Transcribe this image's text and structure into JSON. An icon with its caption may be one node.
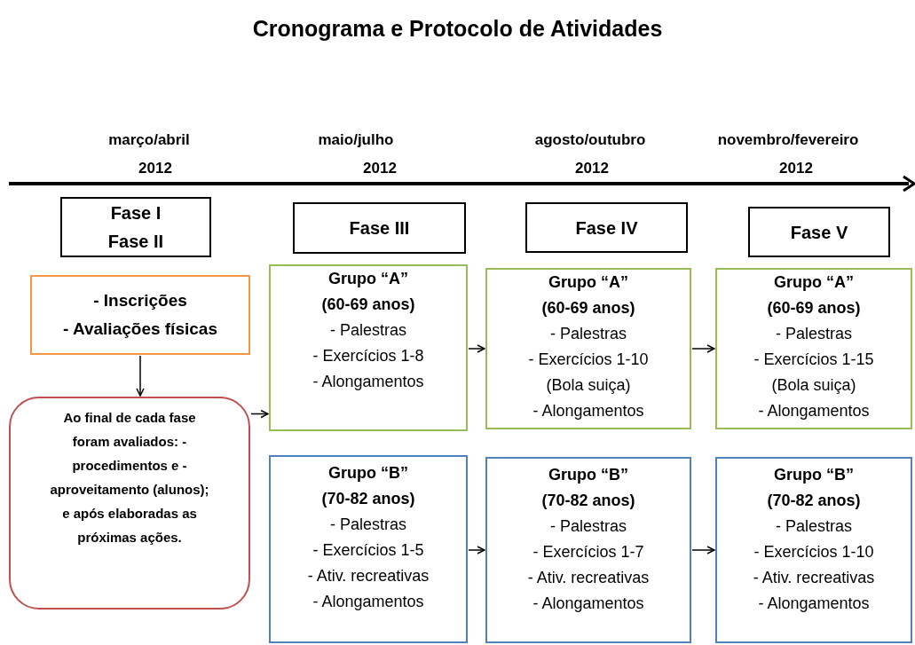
{
  "diagram": {
    "title": "Cronograma e Protocolo de Atividades",
    "nodes": [
      {
        "text": [
          "Fase I",
          "Fase II"
        ]
      },
      {
        "text": [
          "Fase III"
        ]
      },
      {
        "text": [
          "Fase IV"
        ]
      },
      {
        "text": [
          "Fase V"
        ]
      },
      {
        "text": [
          "- Inscrições",
          "- Avaliações físicas"
        ]
      },
      {
        "text": [
          "Ao final de cada fase foram avaliados: -procedimentos e -aproveitamento (alunos);  e após elaboradas as próximas ações."
        ]
      },
      {
        "text": [
          "Grupo “A” (60-69 anos)",
          "- Palestras",
          "- Exercícios 1-8",
          "- Alongamentos"
        ]
      },
      {
        "text": [
          "Grupo “A” (60-69 anos)",
          "- Palestras",
          "- Exercícios 1-10 (Bola suiça)",
          "- Alongamentos"
        ]
      },
      {
        "text": [
          "Grupo “A” (60-69 anos)",
          "- Palestras",
          "- Exercícios 1-15 (Bola suiça)",
          "- Alongamentos"
        ]
      },
      {
        "text": [
          "Grupo “B” (70-82 anos)",
          "- Palestras",
          "- Exercícios 1-5",
          "- Ativ. recreativas",
          "- Alongamentos"
        ]
      },
      {
        "text": [
          "Grupo “B” (70-82 anos)",
          "- Palestras",
          "- Exercícios 1-7",
          "- Ativ. recreativas",
          "- Alongamentos"
        ]
      },
      {
        "text": [
          "Grupo “B” (70-82 anos)",
          "- Palestras",
          "- Exercícios 1-10",
          "- Ativ. recreativas",
          "- Alongamentos"
        ]
      }
    ],
    "edges": [
      {
        "from": 4,
        "to": 5,
        "arrow": "to"
      },
      {
        "from": 5,
        "to": 6,
        "arrow": "to"
      },
      {
        "from": 6,
        "to": 7,
        "arrow": "to"
      },
      {
        "from": 7,
        "to": 8,
        "arrow": "to"
      },
      {
        "from": 9,
        "to": 10,
        "arrow": "to"
      },
      {
        "from": 10,
        "to": 11,
        "arrow": "to"
      }
    ],
    "labels": [
      "março/abril",
      "maio/julho",
      "agosto/outubro",
      "novembro/fevereiro",
      "2012",
      "2012",
      "2012",
      "2012"
    ]
  }
}
